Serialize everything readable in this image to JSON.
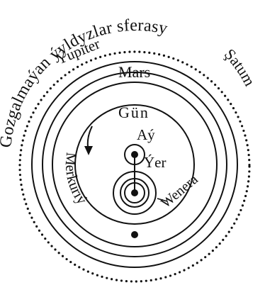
{
  "diagram": {
    "outer_sphere_label": "Gozgalmaýan ýyldyzlar sferasy",
    "labels": {
      "jupiter": "Ýupiter",
      "mars": "Mars",
      "saturn": "Şatum",
      "sun": "Gün",
      "moon": "Aý",
      "earth": "Ýer",
      "mercury": "Merkuriý",
      "venus": "Wenera"
    },
    "colors": {
      "ink": "#111111",
      "background": "#ffffff"
    }
  }
}
